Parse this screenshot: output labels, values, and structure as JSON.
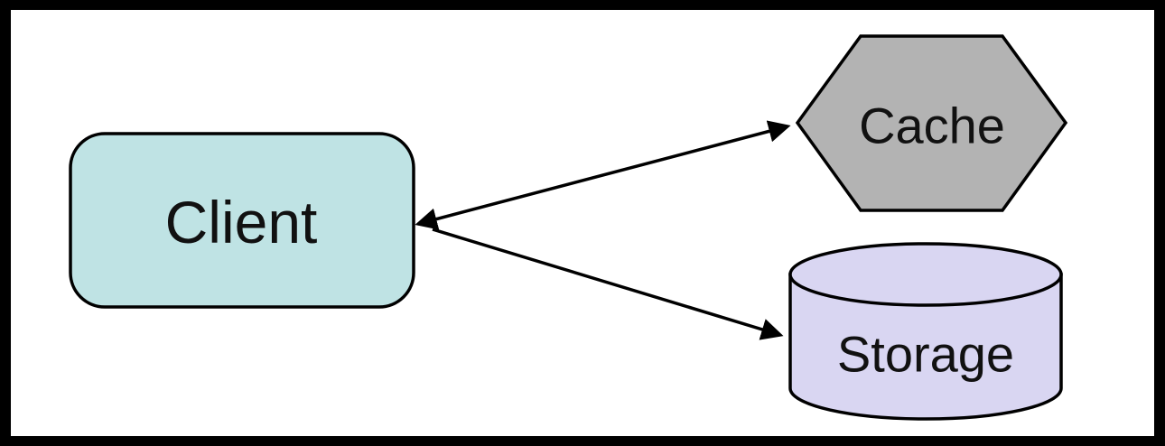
{
  "diagram": {
    "background": "#ffffff",
    "frame_color": "#000000",
    "stroke_color": "#000000",
    "nodes": {
      "client": {
        "label": "Client",
        "shape": "rounded-rectangle",
        "fill": "#bfe3e4"
      },
      "cache": {
        "label": "Cache",
        "shape": "hexagon",
        "fill": "#b3b3b3"
      },
      "storage": {
        "label": "Storage",
        "shape": "cylinder",
        "fill": "#d9d6f2"
      }
    },
    "edges": [
      {
        "from": "client",
        "to": "cache",
        "direction": "bidirectional"
      },
      {
        "from": "client",
        "to": "storage",
        "direction": "forward"
      }
    ]
  }
}
